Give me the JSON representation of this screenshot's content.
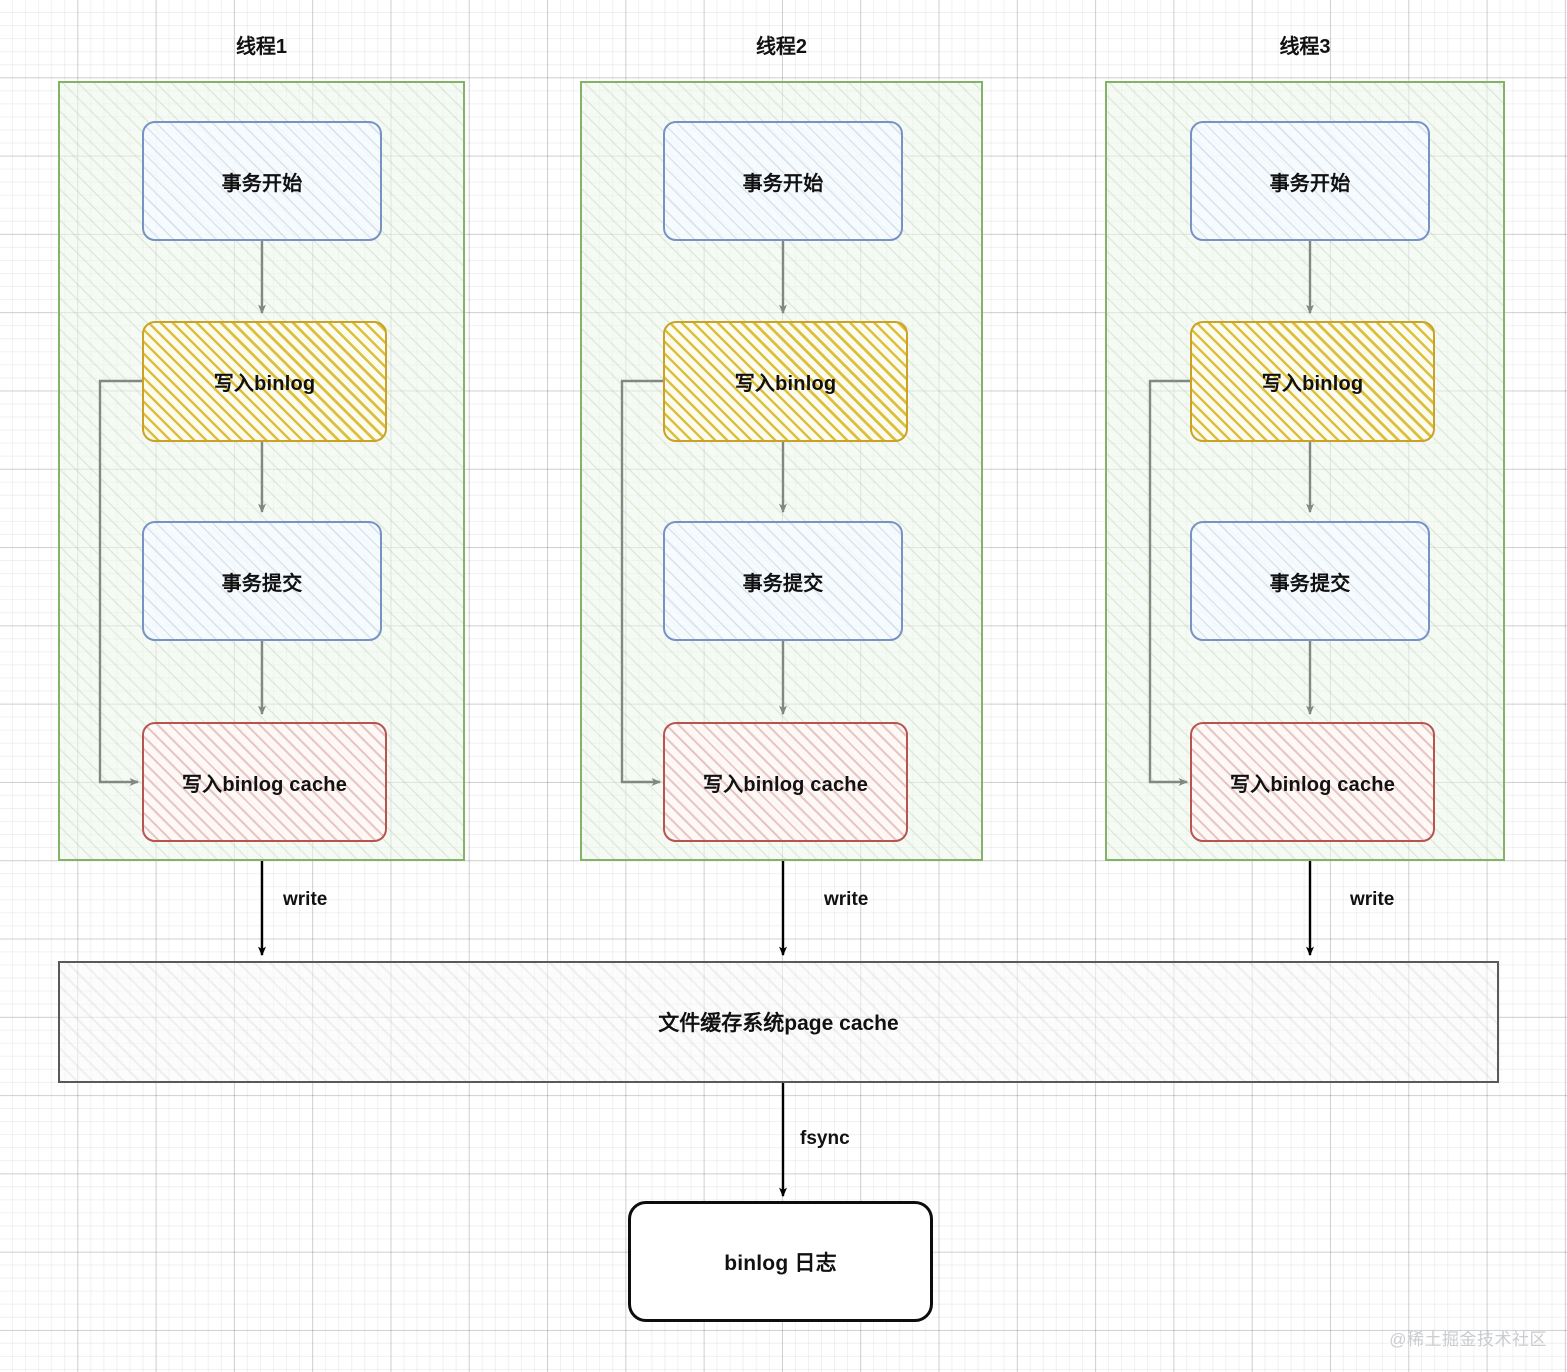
{
  "diagram": {
    "title_visible": false,
    "background": "grid-paper",
    "colors": {
      "lane_border": "#82b366",
      "node_blue_border": "#7693c4",
      "node_yellow_border": "#d6b656",
      "node_red_border": "#b85450",
      "bar_border": "#595959",
      "arrow": "#000000",
      "text": "#111111",
      "watermark": "#c9ccd1"
    },
    "lanes": [
      {
        "id": "thread-1",
        "label": "线程1",
        "nodes": [
          {
            "id": "t1-begin",
            "label": "事务开始",
            "style": "blue"
          },
          {
            "id": "t1-write",
            "label": "写入binlog",
            "style": "yellow"
          },
          {
            "id": "t1-commit",
            "label": "事务提交",
            "style": "blue"
          },
          {
            "id": "t1-cache",
            "label": "写入binlog cache",
            "style": "red"
          }
        ],
        "write_label": "write"
      },
      {
        "id": "thread-2",
        "label": "线程2",
        "nodes": [
          {
            "id": "t2-begin",
            "label": "事务开始",
            "style": "blue"
          },
          {
            "id": "t2-write",
            "label": "写入binlog",
            "style": "yellow"
          },
          {
            "id": "t2-commit",
            "label": "事务提交",
            "style": "blue"
          },
          {
            "id": "t2-cache",
            "label": "写入binlog cache",
            "style": "red"
          }
        ],
        "write_label": "write"
      },
      {
        "id": "thread-3",
        "label": "线程3",
        "nodes": [
          {
            "id": "t3-begin",
            "label": "事务开始",
            "style": "blue"
          },
          {
            "id": "t3-write",
            "label": "写入binlog",
            "style": "yellow"
          },
          {
            "id": "t3-commit",
            "label": "事务提交",
            "style": "blue"
          },
          {
            "id": "t3-cache",
            "label": "写入binlog cache",
            "style": "red"
          }
        ],
        "write_label": "write"
      }
    ],
    "page_cache": {
      "id": "page-cache-bar",
      "label": "文件缓存系统page cache"
    },
    "fsync_label": "fsync",
    "binlog_file": {
      "id": "binlog-file",
      "label": "binlog 日志"
    },
    "watermark": "@稀土掘金技术社区"
  }
}
